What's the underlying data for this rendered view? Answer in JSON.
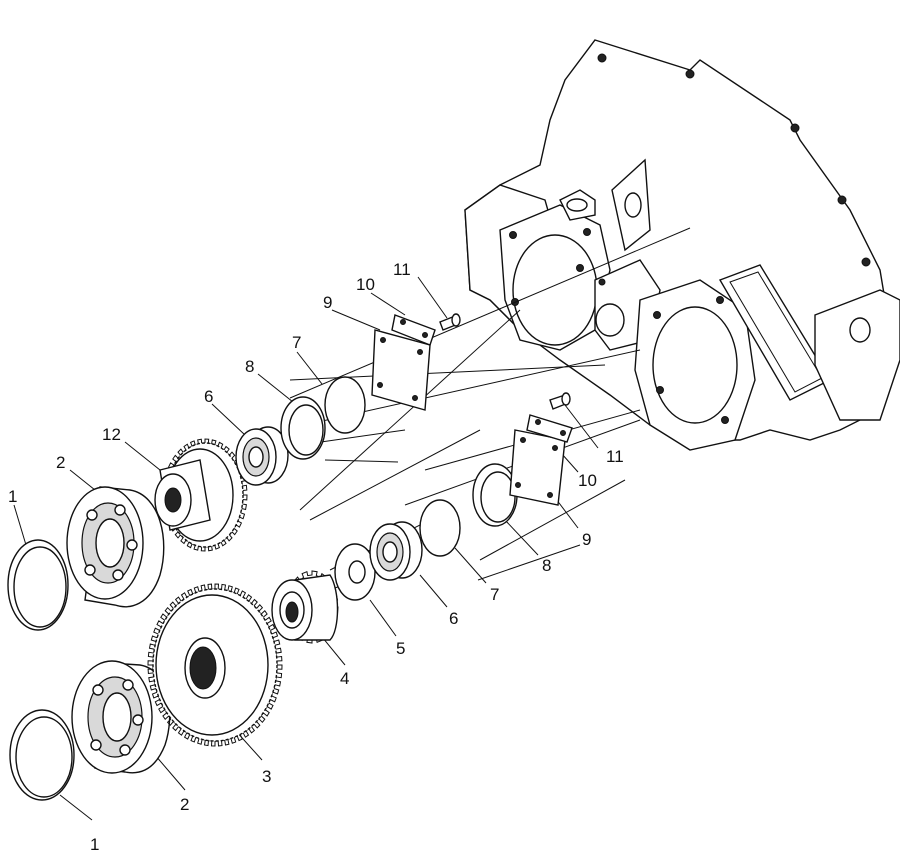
{
  "callouts": [
    {
      "key": "c1a",
      "text": "1"
    },
    {
      "key": "c2a",
      "text": "2"
    },
    {
      "key": "c12",
      "text": "12"
    },
    {
      "key": "c6a",
      "text": "6"
    },
    {
      "key": "c8a",
      "text": "8"
    },
    {
      "key": "c7a",
      "text": "7"
    },
    {
      "key": "c9a",
      "text": "9"
    },
    {
      "key": "c10a",
      "text": "10"
    },
    {
      "key": "c11a",
      "text": "11"
    },
    {
      "key": "c11b",
      "text": "11"
    },
    {
      "key": "c10b",
      "text": "10"
    },
    {
      "key": "c9b",
      "text": "9"
    },
    {
      "key": "c8b",
      "text": "8"
    },
    {
      "key": "c7b",
      "text": "7"
    },
    {
      "key": "c6b",
      "text": "6"
    },
    {
      "key": "c5",
      "text": "5"
    },
    {
      "key": "c4",
      "text": "4"
    },
    {
      "key": "c3",
      "text": "3"
    },
    {
      "key": "c2b",
      "text": "2"
    },
    {
      "key": "c1b",
      "text": "1"
    }
  ]
}
